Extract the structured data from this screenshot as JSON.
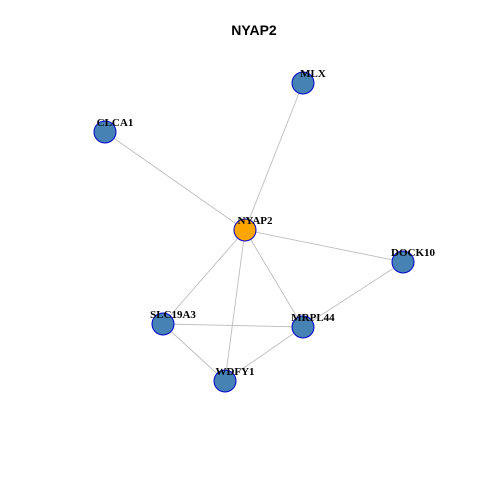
{
  "title": "NYAP2",
  "colors": {
    "hub_fill": "#FFA500",
    "node_fill": "#4682B4",
    "node_stroke": "#0000CD",
    "edge": "#BEBEBE"
  },
  "nodes": [
    {
      "id": "NYAP2",
      "label": "NYAP2",
      "hub": true
    },
    {
      "id": "MLX",
      "label": "MLX",
      "hub": false
    },
    {
      "id": "CLCA1",
      "label": "CLCA1",
      "hub": false
    },
    {
      "id": "DOCK10",
      "label": "DOCK10",
      "hub": false
    },
    {
      "id": "SLC19A3",
      "label": "SLC19A3",
      "hub": false
    },
    {
      "id": "MRPL44",
      "label": "MRPL44",
      "hub": false
    },
    {
      "id": "WDFY1",
      "label": "WDFY1",
      "hub": false
    }
  ],
  "edges": [
    [
      "NYAP2",
      "MLX"
    ],
    [
      "NYAP2",
      "CLCA1"
    ],
    [
      "NYAP2",
      "DOCK10"
    ],
    [
      "NYAP2",
      "SLC19A3"
    ],
    [
      "NYAP2",
      "MRPL44"
    ],
    [
      "NYAP2",
      "WDFY1"
    ],
    [
      "DOCK10",
      "MRPL44"
    ],
    [
      "SLC19A3",
      "MRPL44"
    ],
    [
      "SLC19A3",
      "WDFY1"
    ],
    [
      "MRPL44",
      "WDFY1"
    ]
  ]
}
